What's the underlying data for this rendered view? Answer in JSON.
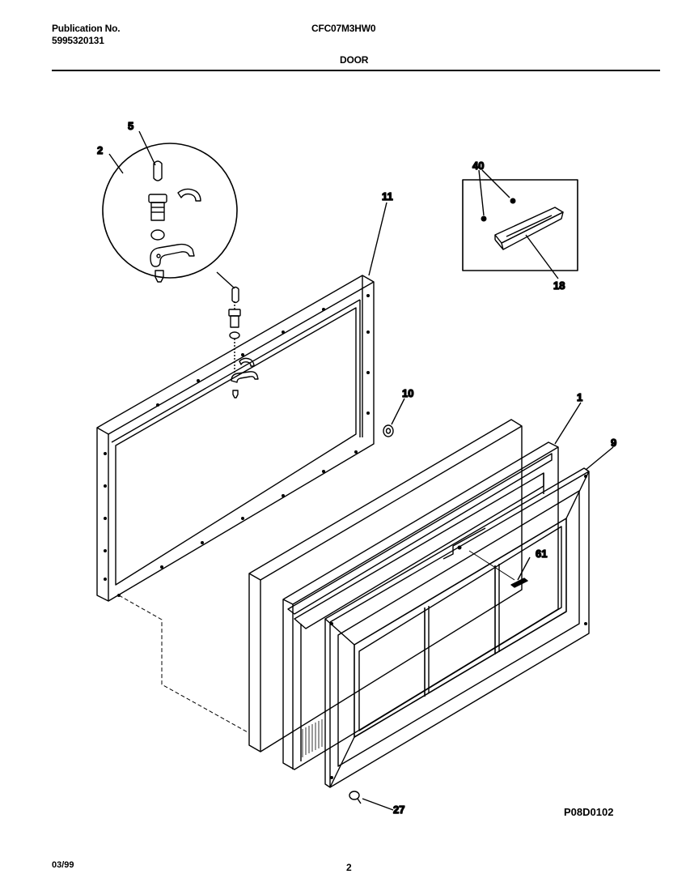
{
  "header": {
    "publication_label": "Publication No.",
    "publication_number": "5995320131",
    "model": "CFC07M3HW0",
    "section": "DOOR"
  },
  "footer": {
    "date": "03/99",
    "page": "2",
    "figure_code": "P08D0102"
  },
  "callouts": {
    "c5": "5",
    "c2": "2",
    "c11": "11",
    "c40": "40",
    "c18": "18",
    "c10": "10",
    "c1": "1",
    "c9": "9",
    "c61": "61",
    "c27": "27"
  }
}
